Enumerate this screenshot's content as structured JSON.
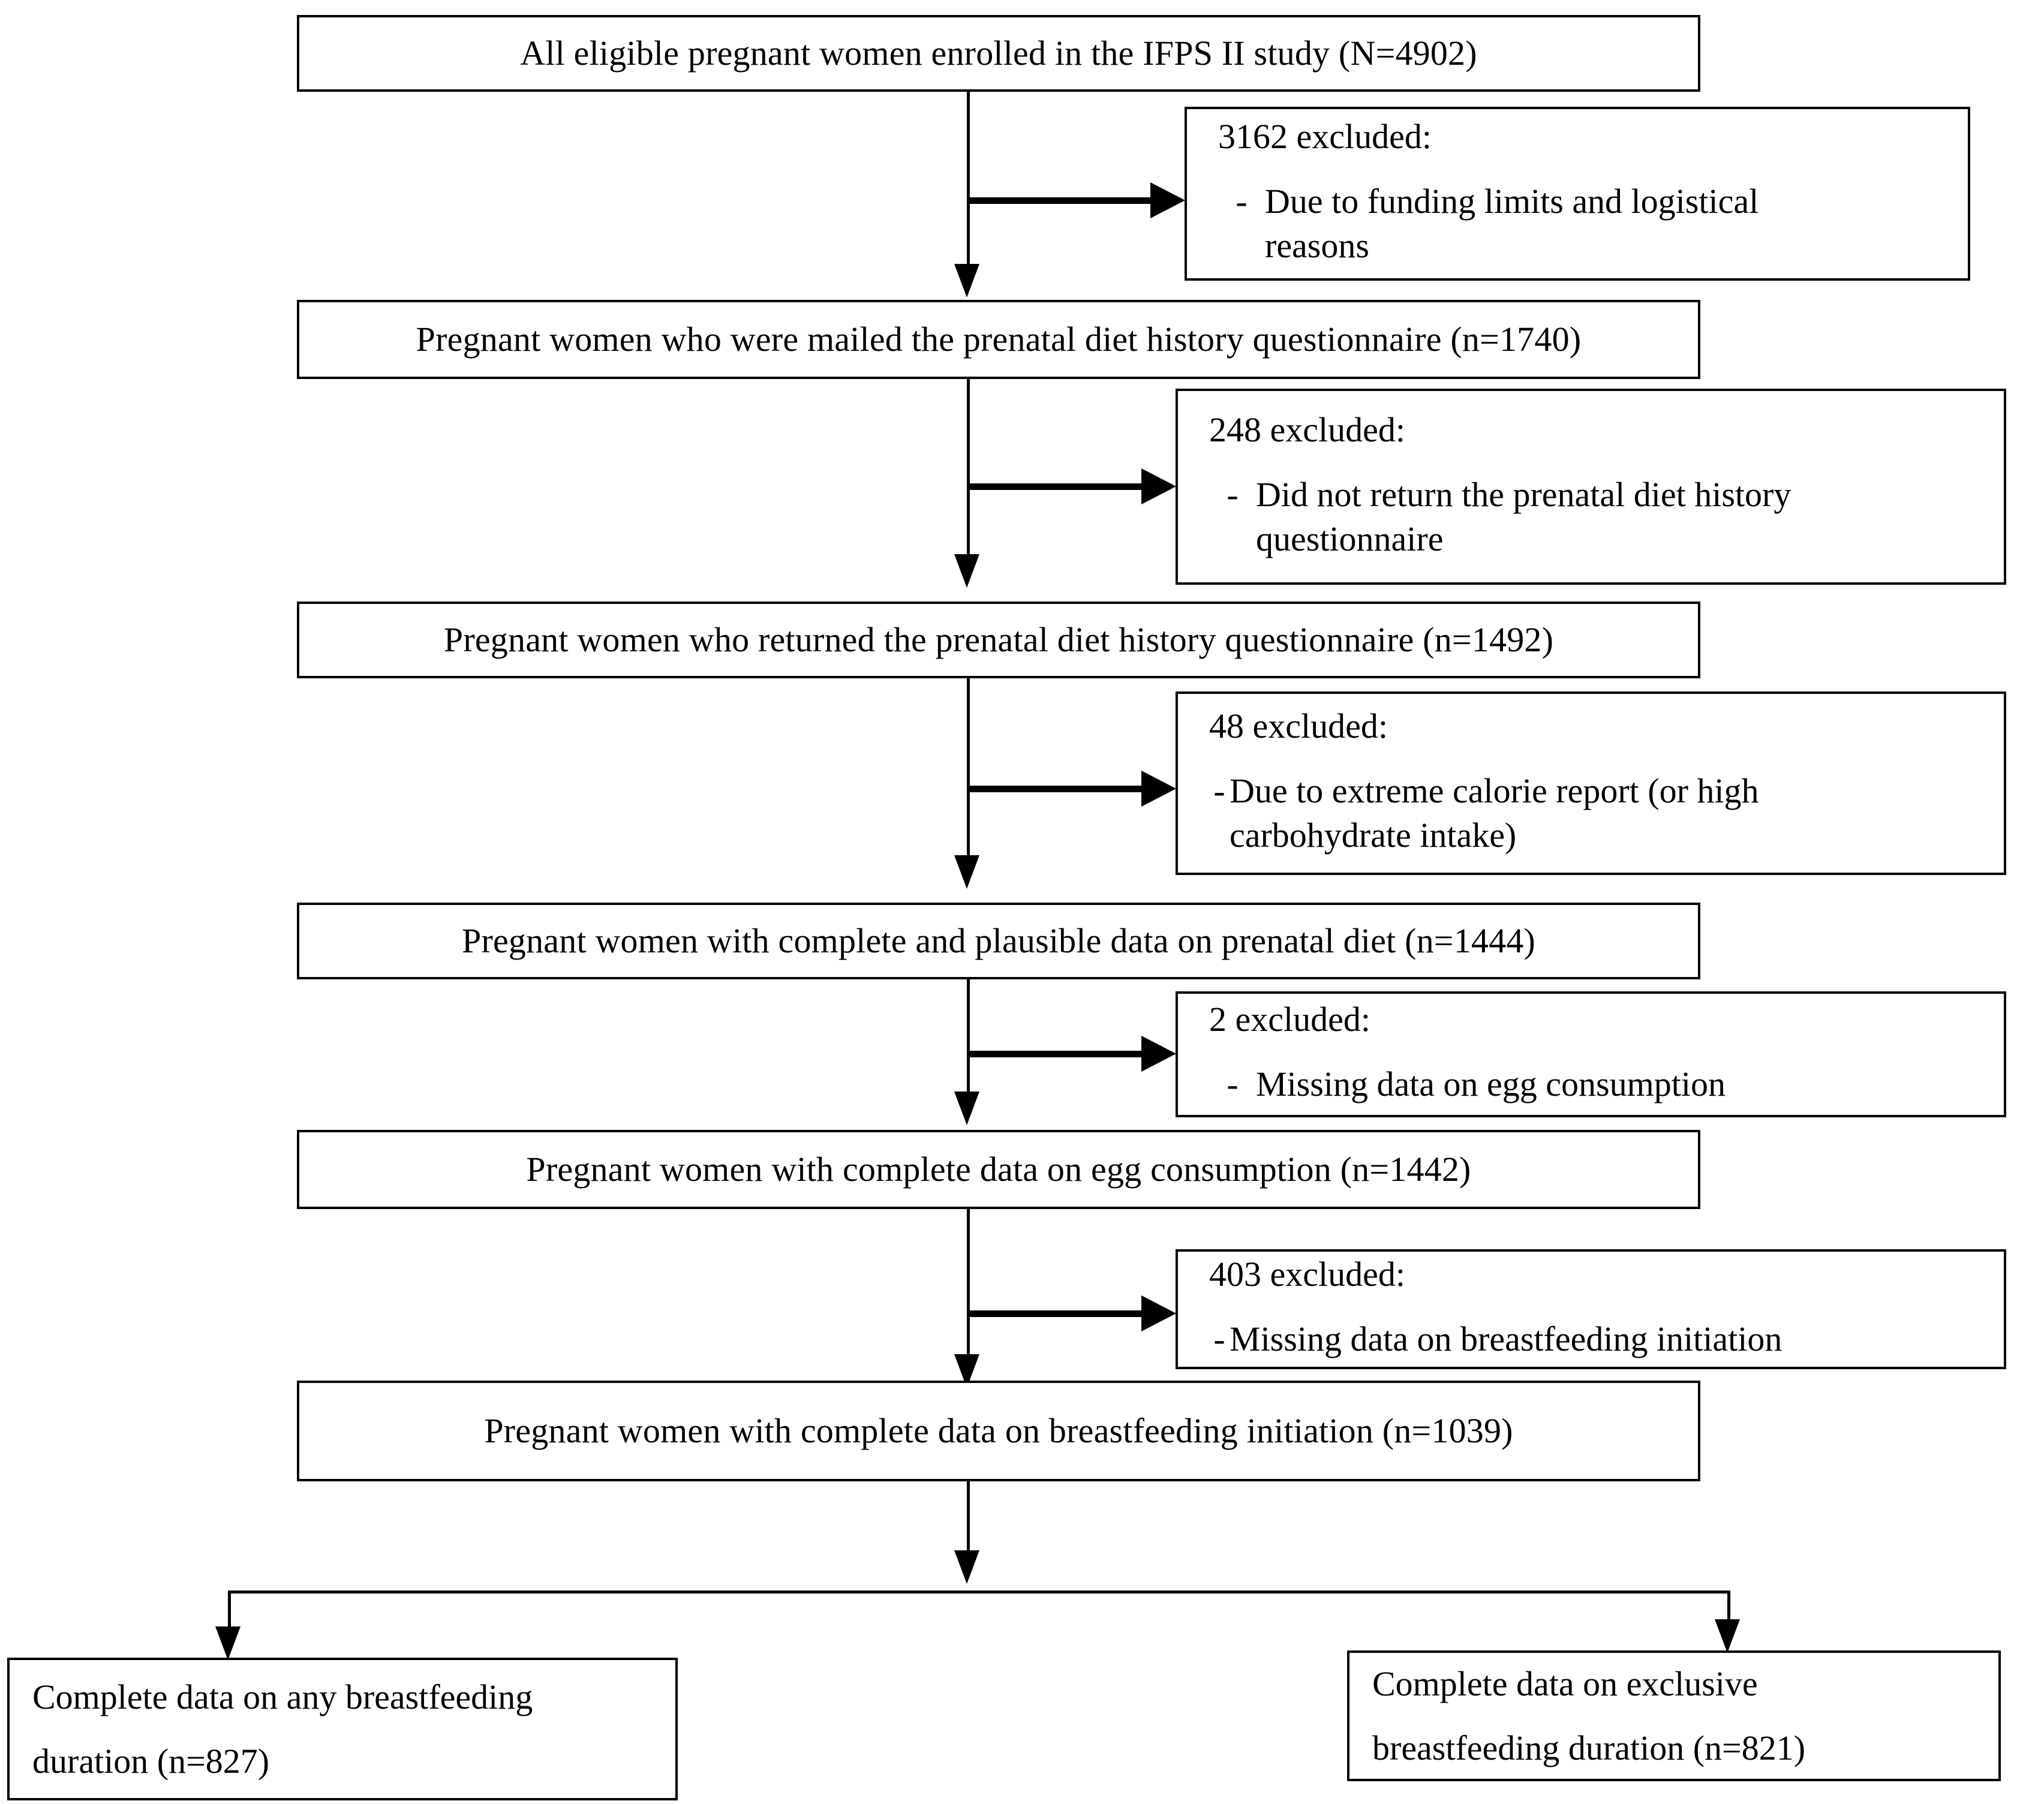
{
  "diagram": {
    "type": "flowchart",
    "title": "IFPS II study participant selection flow diagram",
    "main_boxes": [
      {
        "id": "enrolled",
        "text": "All eligible pregnant women enrolled in the IFPS II study (N=4902)"
      },
      {
        "id": "mailed",
        "text": "Pregnant women who were mailed the prenatal diet history questionnaire (n=1740)"
      },
      {
        "id": "returned",
        "text": "Pregnant women who returned the prenatal diet history questionnaire (n=1492)"
      },
      {
        "id": "plausible",
        "text": "Pregnant women with complete and plausible data on prenatal diet (n=1444)"
      },
      {
        "id": "egg",
        "text": "Pregnant women with complete data on egg consumption (n=1442)"
      },
      {
        "id": "bf-initiation",
        "text": "Pregnant women with complete data on breastfeeding initiation (n=1039)"
      }
    ],
    "exclusion_boxes": [
      {
        "id": "excl-3162",
        "heading": "3162 excluded:",
        "dash": "-",
        "item_line1": "Due to funding limits and logistical",
        "item_line2": "reasons"
      },
      {
        "id": "excl-248",
        "heading": "248 excluded:",
        "dash": "-",
        "item_line1": "Did not return the prenatal diet history",
        "item_line2": "questionnaire"
      },
      {
        "id": "excl-48",
        "heading": "48 excluded:",
        "dash": "-",
        "item_line1": "Due to extreme calorie report (or high",
        "item_line2": "carbohydrate intake)"
      },
      {
        "id": "excl-2",
        "heading": "2 excluded:",
        "dash": "-",
        "item_line1": "Missing data on egg consumption",
        "item_line2": ""
      },
      {
        "id": "excl-403",
        "heading": "403 excluded:",
        "dash": "-",
        "item_line1": "Missing data on breastfeeding initiation",
        "item_line2": ""
      }
    ],
    "terminal_boxes": [
      {
        "id": "any-bf",
        "line1": "Complete data on any breastfeeding",
        "line2": "duration (n=827)"
      },
      {
        "id": "exclusive-bf",
        "line1": "Complete data on exclusive",
        "line2": "breastfeeding duration (n=821)"
      }
    ],
    "colors": {
      "stroke": "#000000",
      "background": "#ffffff",
      "text": "#000000"
    }
  },
  "chart_data": {
    "type": "table",
    "title": "IFPS II study participant selection flow",
    "categories": [
      "All eligible pregnant women enrolled in the IFPS II study",
      "Pregnant women who were mailed the prenatal diet history questionnaire",
      "Pregnant women who returned the prenatal diet history questionnaire",
      "Pregnant women with complete and plausible data on prenatal diet",
      "Pregnant women with complete data on egg consumption",
      "Pregnant women with complete data on breastfeeding initiation",
      "Complete data on any breastfeeding duration",
      "Complete data on exclusive breastfeeding duration"
    ],
    "values": [
      4902,
      1740,
      1492,
      1444,
      1442,
      1039,
      827,
      821
    ],
    "exclusions": [
      {
        "n": 3162,
        "reason": "Due to funding limits and logistical reasons"
      },
      {
        "n": 248,
        "reason": "Did not return the prenatal diet history questionnaire"
      },
      {
        "n": 48,
        "reason": "Due to extreme calorie report (or high carbohydrate intake)"
      },
      {
        "n": 2,
        "reason": "Missing data on egg consumption"
      },
      {
        "n": 403,
        "reason": "Missing data on breastfeeding initiation"
      }
    ],
    "xlabel": "",
    "ylabel": ""
  }
}
